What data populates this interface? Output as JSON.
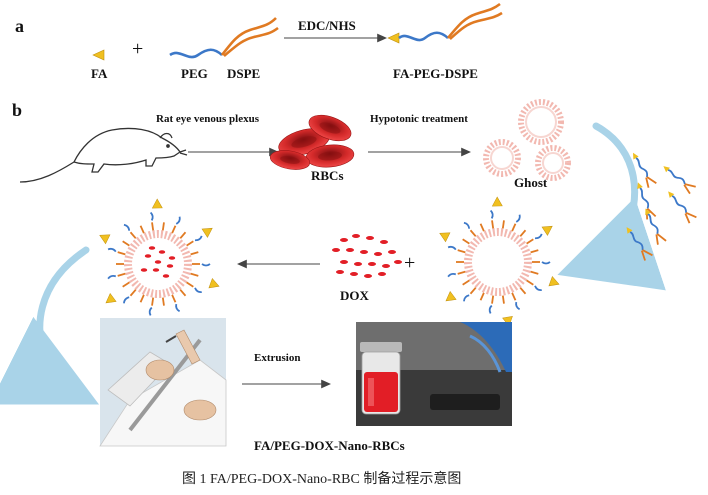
{
  "panel_a": {
    "letter": "a",
    "fa_label": "FA",
    "plus": "+",
    "peg_label": "PEG",
    "dspe_label": "DSPE",
    "reaction_label": "EDC/NHS",
    "product_label": "FA-PEG-DSPE"
  },
  "panel_b": {
    "letter": "b",
    "step1_label": "Rat eye venous plexus",
    "rbc_label": "RBCs",
    "step2_label": "Hypotonic treatment",
    "ghost_label": "Ghost",
    "plus": "+",
    "dox_label": "DOX",
    "extrusion_label": "Extrusion",
    "final_label": "FA/PEG-DOX-Nano-RBCs"
  },
  "caption": "图 1 FA/PEG-DOX-Nano-RBC 制备过程示意图",
  "colors": {
    "peg": "#3c78c8",
    "dspe": "#e07a22",
    "fa": "#f0c020",
    "ghost": "#f2b8b0",
    "rbc": "#d42a2a",
    "dox": "#e21e26",
    "arrow": "#444444",
    "curve_arrow": "#a9d3e8"
  }
}
